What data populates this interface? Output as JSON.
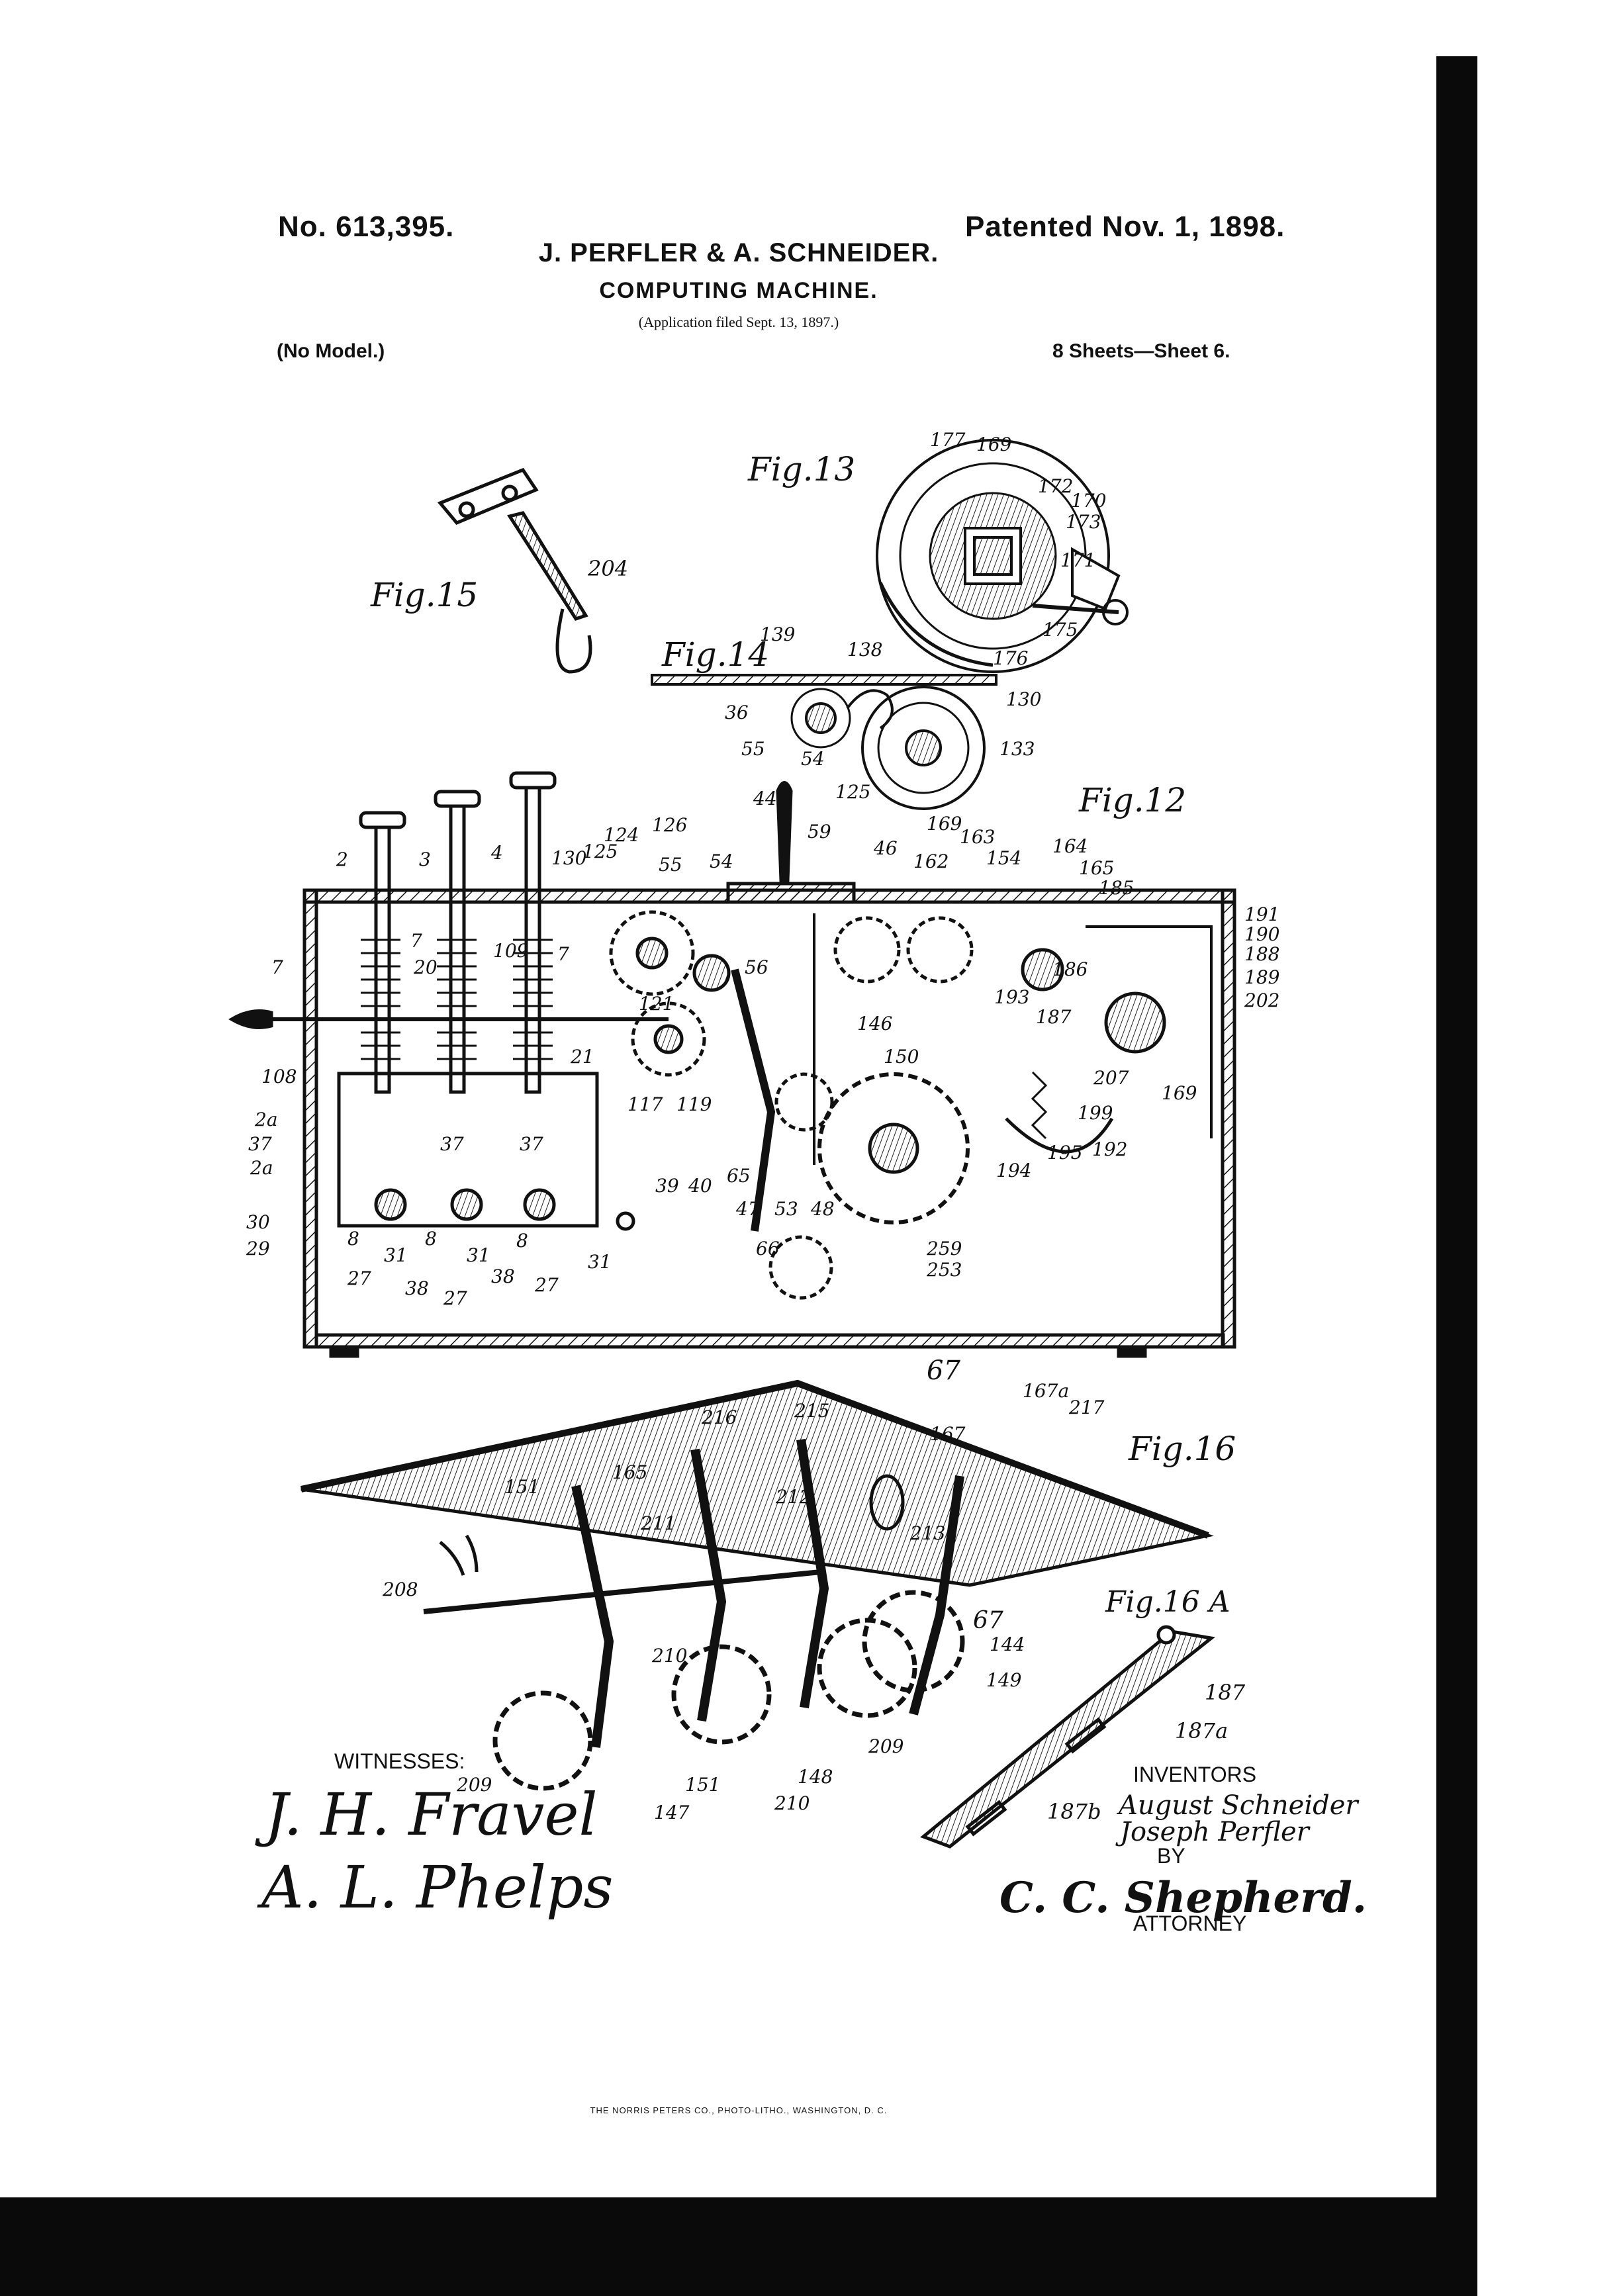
{
  "header": {
    "patent_number": "No. 613,395.",
    "patented_date": "Patented Nov. 1, 1898.",
    "inventors": "J. PERFLER & A. SCHNEIDER.",
    "title": "COMPUTING MACHINE.",
    "application": "(Application filed Sept. 13, 1897.)",
    "model": "(No Model.)",
    "sheets": "8 Sheets—Sheet 6."
  },
  "figures": {
    "fig13": "Fig.13",
    "fig14": "Fig.14",
    "fig15": "Fig.15",
    "fig12": "Fig.12",
    "fig16": "Fig.16",
    "fig16a": "Fig.16 A"
  },
  "refs": {
    "fig13": [
      "177",
      "169",
      "172",
      "170",
      "173",
      "171",
      "175",
      "176"
    ],
    "fig14": [
      "139",
      "138",
      "130",
      "36",
      "55",
      "54",
      "125",
      "133"
    ],
    "fig15": [
      "204"
    ],
    "fig12": [
      "2",
      "3",
      "4",
      "7",
      "20",
      "109",
      "7",
      "130",
      "125",
      "124",
      "126",
      "55",
      "54",
      "44",
      "59",
      "46",
      "169",
      "163",
      "162",
      "154",
      "164",
      "165",
      "185",
      "191",
      "190",
      "188",
      "189",
      "202",
      "7",
      "108",
      "2a",
      "37",
      "2a",
      "30",
      "29",
      "21",
      "121",
      "117",
      "119",
      "56",
      "146",
      "150",
      "193",
      "187",
      "186",
      "207",
      "199",
      "169",
      "195",
      "192",
      "194",
      "39",
      "40",
      "65",
      "47",
      "53",
      "48",
      "66",
      "259",
      "253",
      "8",
      "31",
      "8",
      "31",
      "8",
      "27",
      "38",
      "27",
      "38",
      "27",
      "31",
      "37",
      "37"
    ],
    "fig16": [
      "67",
      "167a",
      "217",
      "216",
      "215",
      "167",
      "151",
      "165",
      "211",
      "212",
      "213",
      "208",
      "67",
      "144",
      "210",
      "149",
      "209",
      "148",
      "210",
      "147",
      "151",
      "209"
    ],
    "fig16a": [
      "187",
      "187a",
      "187b"
    ]
  },
  "signatures": {
    "witnesses_label": "WITNESSES:",
    "witness_1": "J. H. Fravel",
    "witness_2": "A. L. Phelps",
    "inventors_label": "INVENTORS",
    "inventor_1": "August Schneider",
    "inventor_2": "Joseph Perfler",
    "by_label": "BY",
    "attorney": "C. C. Shepherd.",
    "attorney_label": "ATTORNEY"
  },
  "imprint": "THE NORRIS PETERS CO., PHOTO-LITHO., WASHINGTON, D. C."
}
